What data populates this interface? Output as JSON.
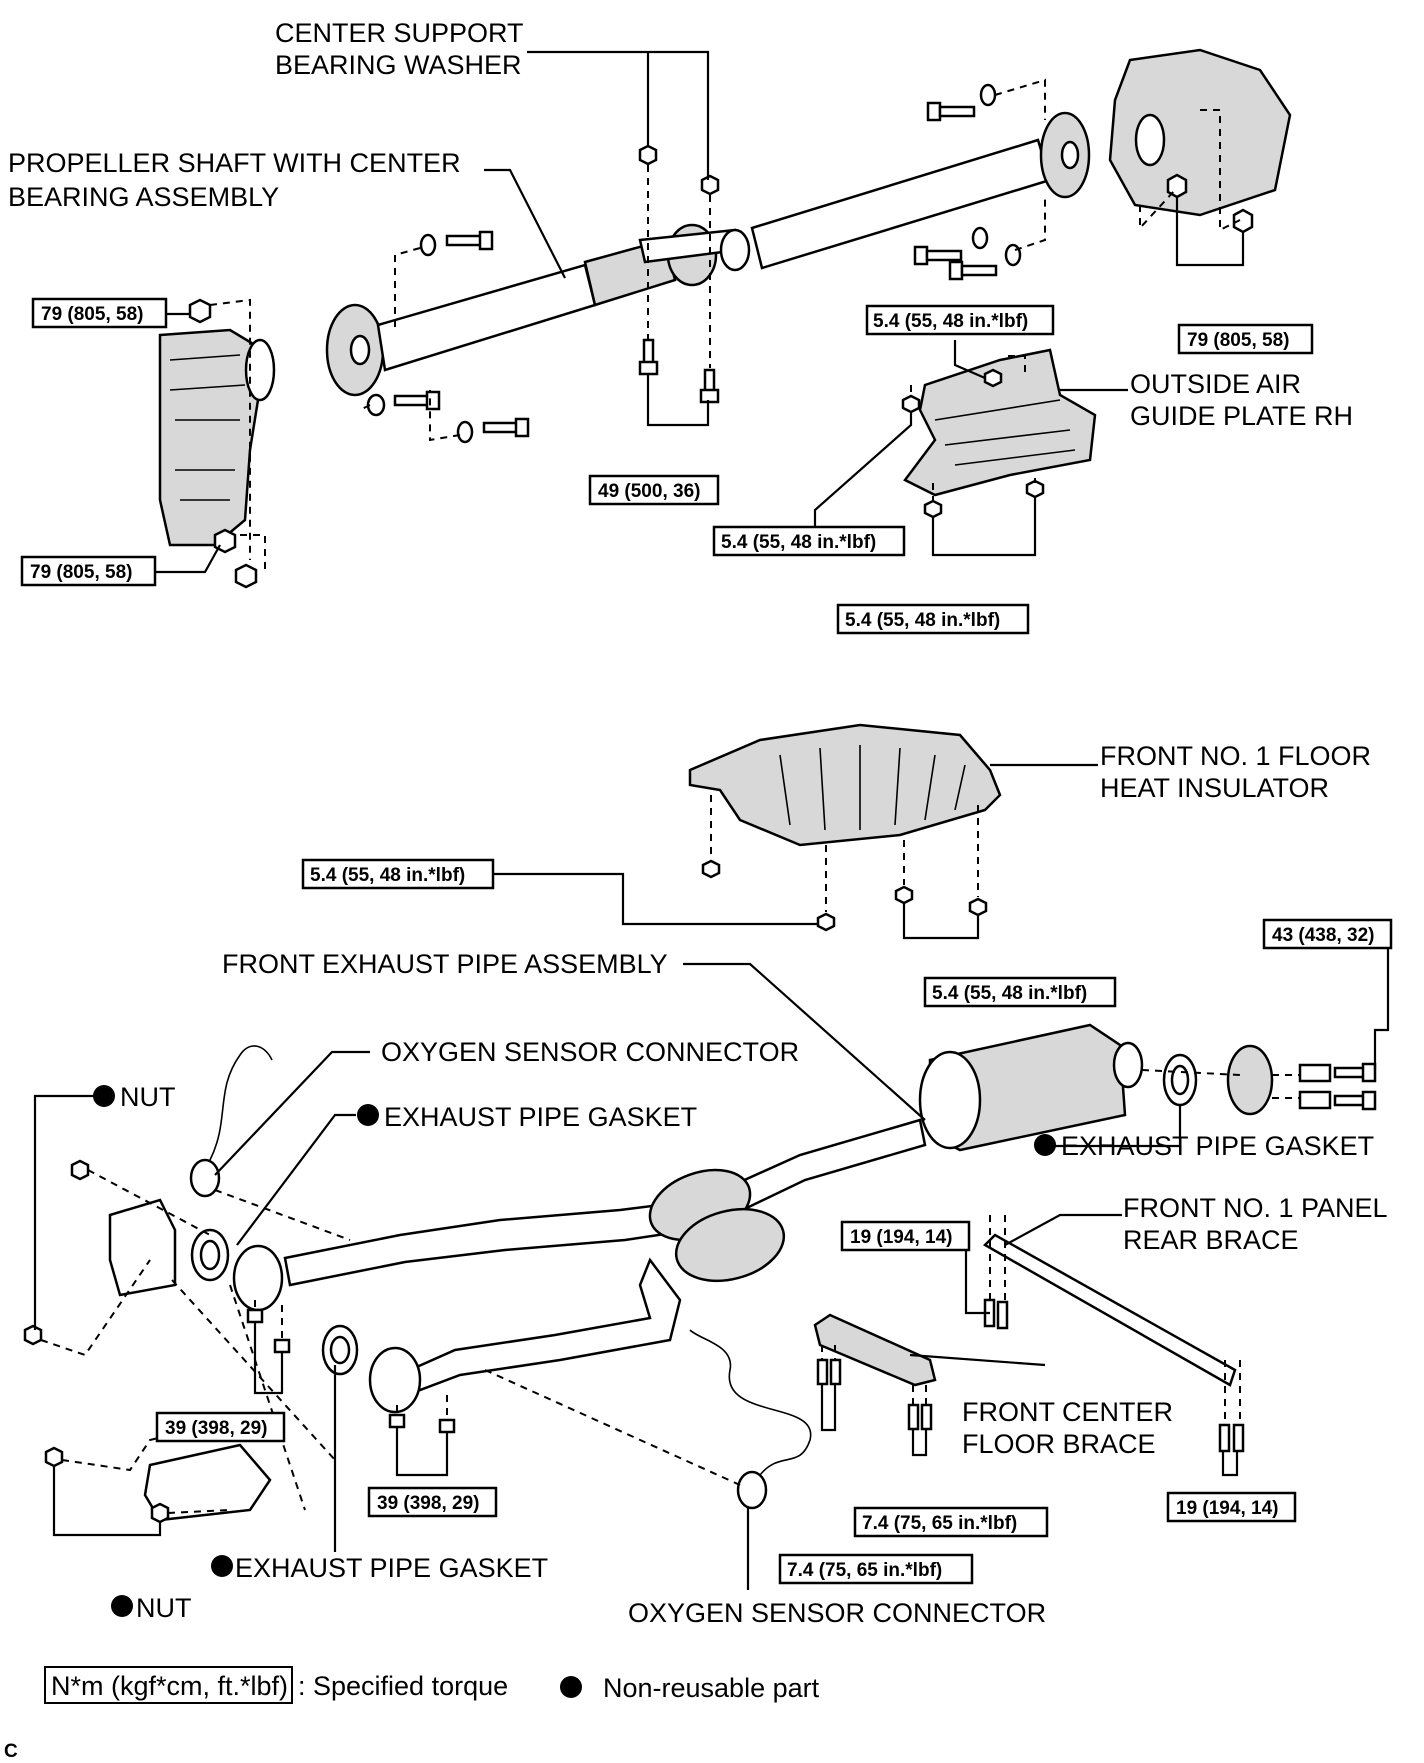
{
  "labels": {
    "center_support_bearing_washer_1": "CENTER SUPPORT",
    "center_support_bearing_washer_2": "BEARING WASHER",
    "propeller_shaft_1": "PROPELLER SHAFT WITH CENTER",
    "propeller_shaft_2": "BEARING ASSEMBLY",
    "outside_air_guide_1": "OUTSIDE AIR",
    "outside_air_guide_2": "GUIDE PLATE RH",
    "front_floor_heat_insulator_1": "FRONT NO. 1 FLOOR",
    "front_floor_heat_insulator_2": "HEAT INSULATOR",
    "front_exhaust_pipe_assembly": "FRONT EXHAUST PIPE ASSEMBLY",
    "oxygen_sensor_connector_top": "OXYGEN SENSOR CONNECTOR",
    "oxygen_sensor_connector_bottom": "OXYGEN SENSOR CONNECTOR",
    "nut_top": "NUT",
    "nut_bottom": "NUT",
    "exhaust_pipe_gasket_top": "EXHAUST PIPE GASKET",
    "exhaust_pipe_gasket_right": "EXHAUST PIPE GASKET",
    "exhaust_pipe_gasket_bottom": "EXHAUST PIPE GASKET",
    "front_panel_rear_brace_1": "FRONT NO. 1 PANEL",
    "front_panel_rear_brace_2": "REAR BRACE",
    "front_center_floor_brace_1": "FRONT CENTER",
    "front_center_floor_brace_2": "FLOOR BRACE"
  },
  "torques": {
    "t79_a": "79 (805, 58)",
    "t79_b": "79 (805, 58)",
    "t79_c": "79 (805, 58)",
    "t49": "49 (500, 36)",
    "t54_a": "5.4 (55, 48 in.*lbf)",
    "t54_b": "5.4 (55, 48 in.*lbf)",
    "t54_c": "5.4 (55, 48 in.*lbf)",
    "t54_d": "5.4 (55, 48 in.*lbf)",
    "t54_e": "5.4 (55, 48 in.*lbf)",
    "t43": "43 (438, 32)",
    "t19_a": "19 (194, 14)",
    "t19_b": "19 (194, 14)",
    "t39_a": "39 (398, 29)",
    "t39_b": "39 (398, 29)",
    "t74_a": "7.4 (75, 65 in.*lbf)",
    "t74_b": "7.4 (75, 65 in.*lbf)"
  },
  "legend": {
    "torque_unit": "N*m (kgf*cm, ft.*lbf)",
    "torque_desc": ": Specified torque",
    "non_reusable": "Non-reusable part"
  },
  "corner_mark": "C"
}
